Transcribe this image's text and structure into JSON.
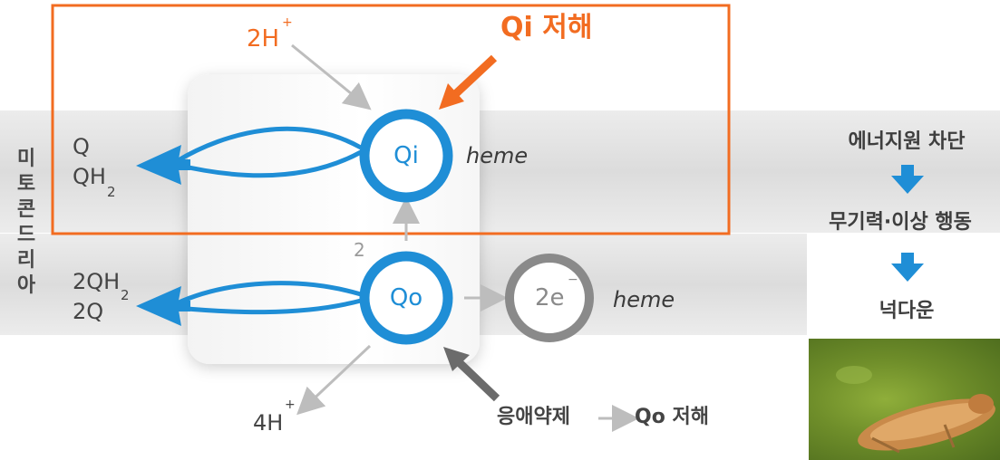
{
  "side_label": [
    "미",
    "토",
    "콘",
    "드",
    "리",
    "아"
  ],
  "qi_site": {
    "label": "Qi",
    "heme_label": "heme",
    "proton_in": "2H",
    "proton_in_sup": "+",
    "inhibition_label": "Qi 저해",
    "out_q": "Q",
    "out_qh": "QH",
    "out_qh_sub": "2"
  },
  "qo_site": {
    "label": "Qo",
    "electrons": "2e",
    "electrons_sup": "−",
    "heme_label": "heme",
    "transfer_count": "2",
    "proton_out": "4H",
    "proton_out_sup": "+",
    "in_2qh": "2QH",
    "in_2qh_sub": "2",
    "in_2q": "2Q",
    "inhibitor_label": "응애약제",
    "inhibition_label": "Qo 저해"
  },
  "effects": [
    "에너지원 차단",
    "무기력·이상 행동",
    "넉다운"
  ],
  "colors": {
    "accent_orange": "#f26c21",
    "accent_blue": "#1f8ed6",
    "membrane_gray": "#d9d9d9",
    "arrow_gray": "#bdbdbd",
    "inhibitor_arrow": "#6b6b6b"
  },
  "icons": [
    "down-arrow-icon",
    "down-arrow-icon"
  ],
  "photo": "larva-photo"
}
